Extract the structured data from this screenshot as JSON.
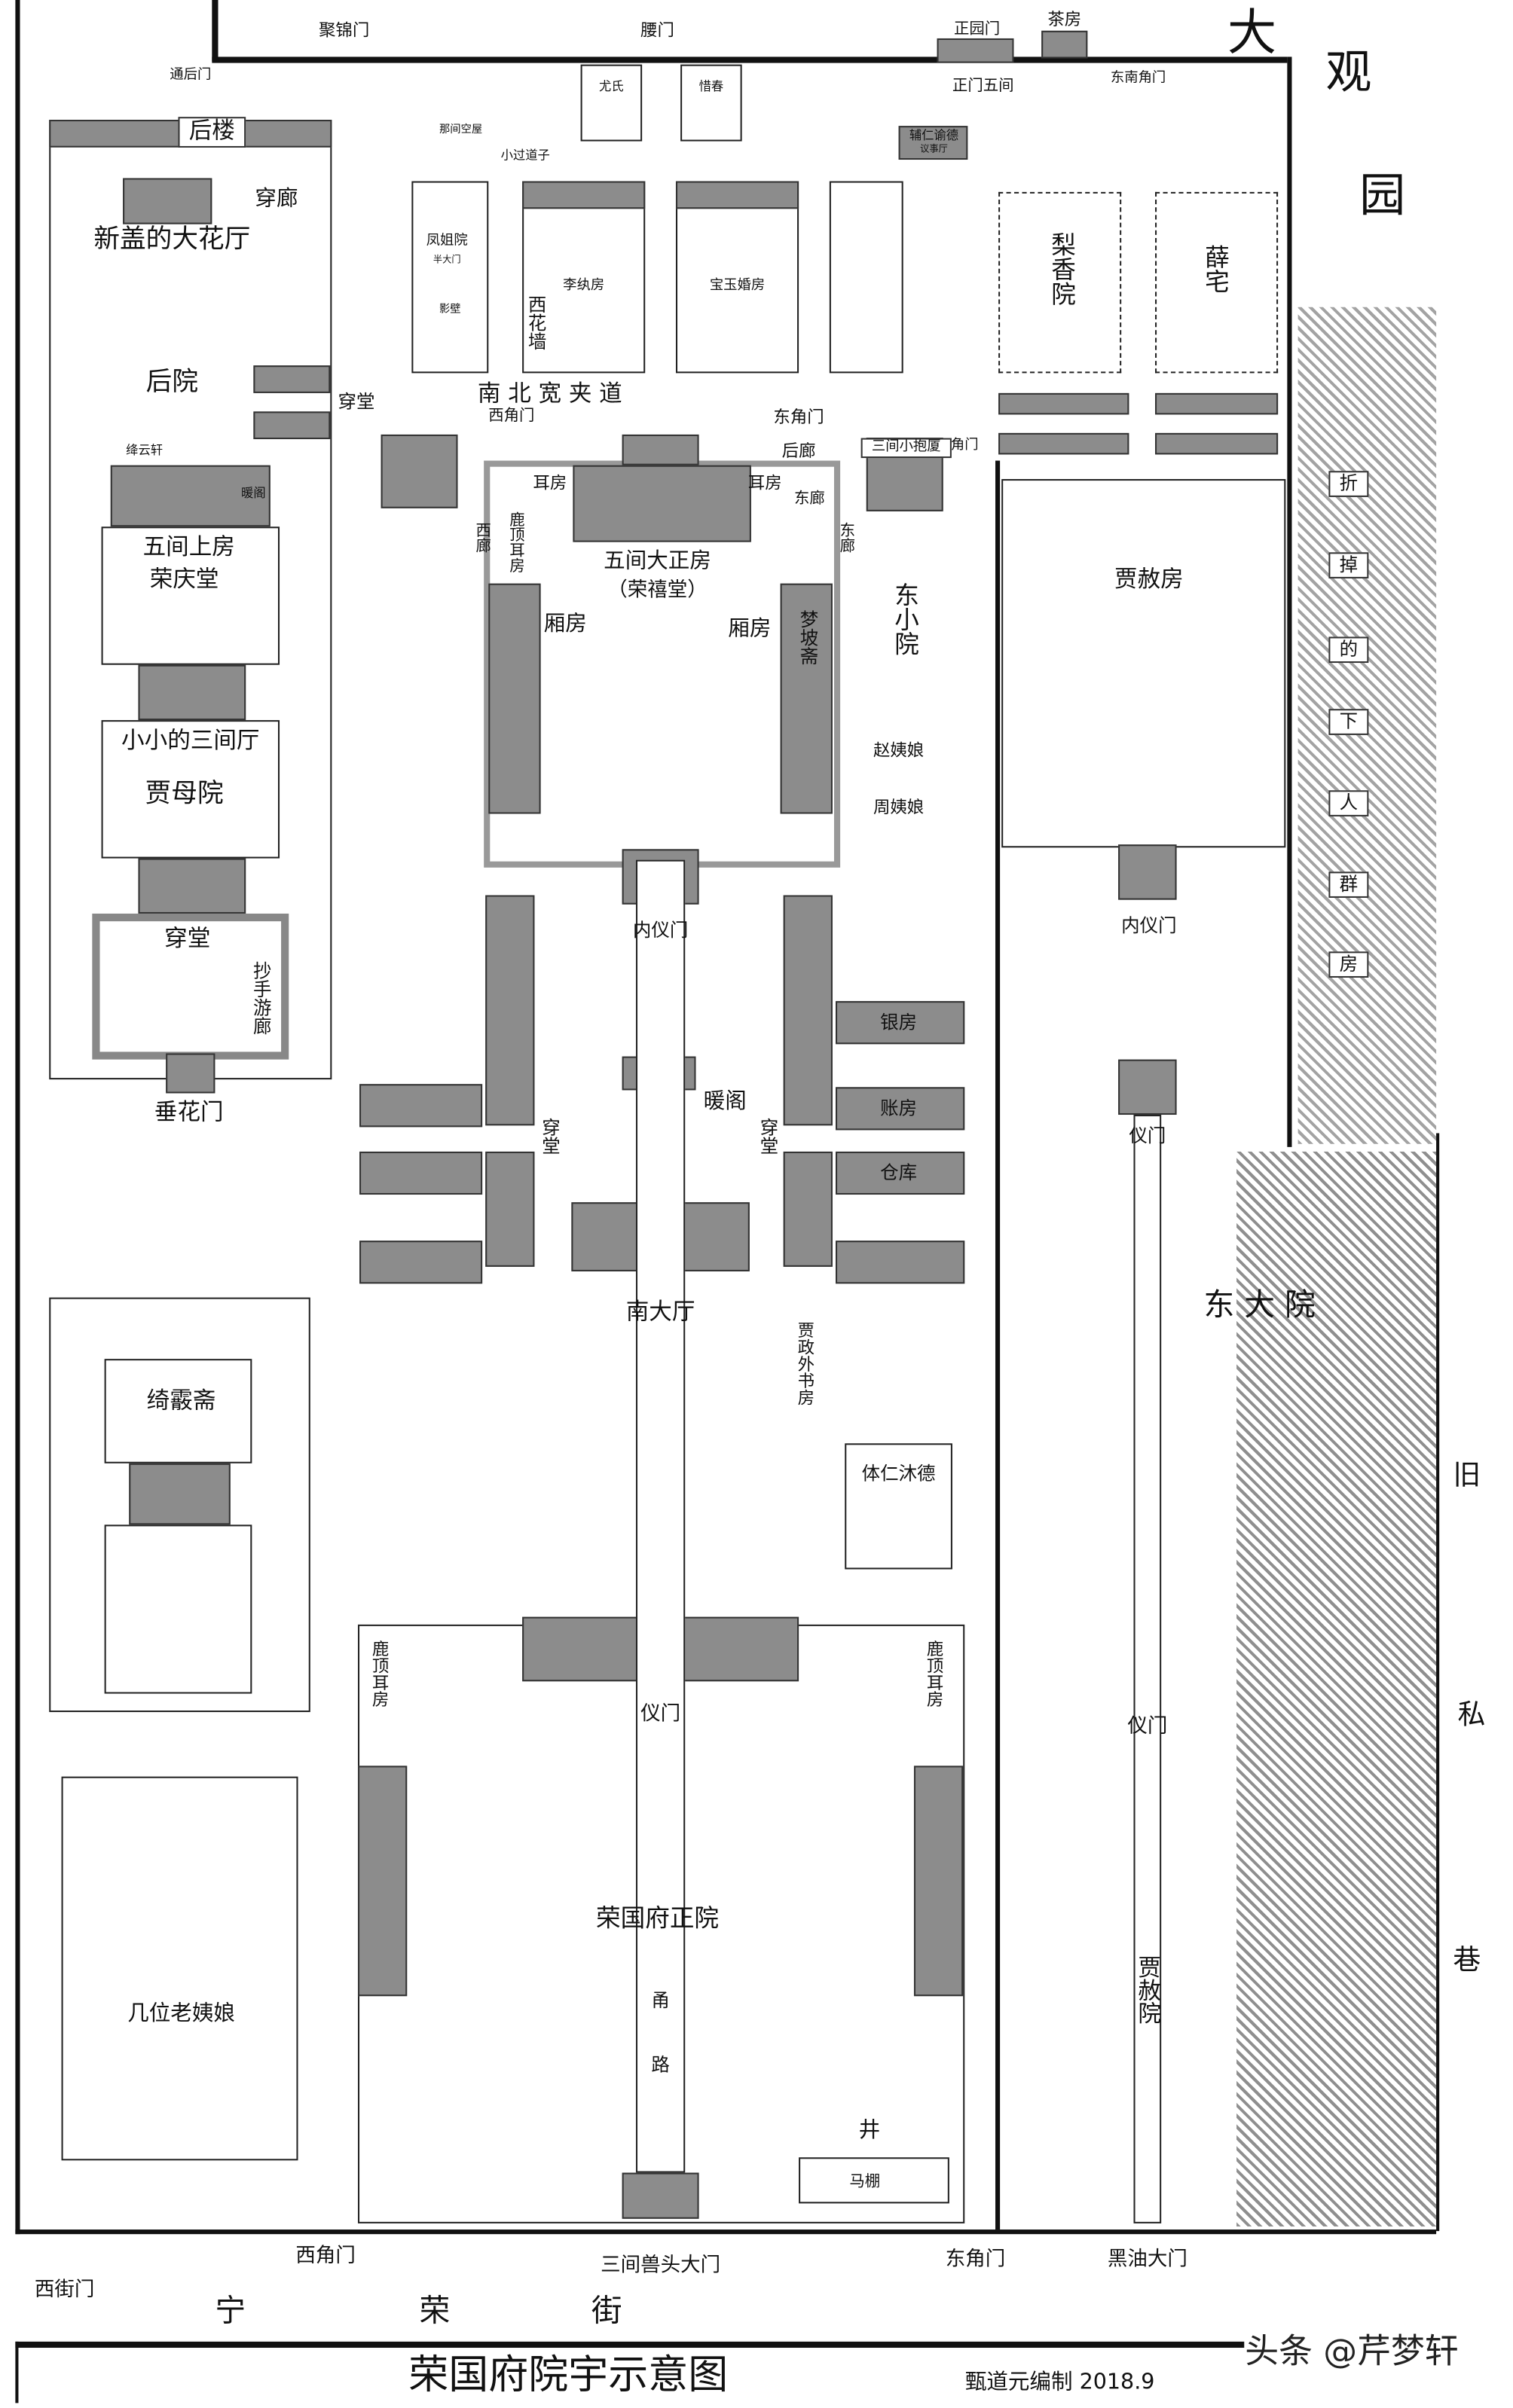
{
  "title": "荣国府院宇示意图",
  "credit": "甄道元编制 2018.9",
  "watermark": "头条 @芹梦轩",
  "labels": {
    "jujinmen": "聚锦门",
    "tonghoumen": "通后门",
    "yaomen": "腰门",
    "zhengyuanmen": "正园门",
    "chafang": "茶房",
    "zhengmenwujian": "正门五间",
    "dongnanjiaomen": "东南角门",
    "da": "大",
    "guan": "观",
    "yuan": "园",
    "youshi": "尤氏",
    "xichun": "惜春",
    "najiankongwu": "那间空屋",
    "xiaoguodaozi": "小过道子",
    "furenyude": "辅仁谕德",
    "yishiting": "议事厅",
    "houlou": "后楼",
    "chuanlang": "穿廊",
    "xingai": "新盖的大花厅",
    "houyuan": "后院",
    "chuantang1": "穿堂",
    "fengjieyuan": "凤姐院",
    "bandamen": "半大门",
    "yingbi": "影壁",
    "xihuaqiang": "西花墙",
    "liwanfang": "李纨房",
    "baoyu": "宝玉婚房",
    "lixiangyuan": "梨香院",
    "xuezhai": "薛宅",
    "jiadao": "南 北 宽 夹 道",
    "xijiaomen1": "西角门",
    "dongjiaomen1": "东角门",
    "houlang": "后廊",
    "baosha": "三间小抱厦",
    "jiaomen": "角门",
    "jiangyunxuan": "绛云轩",
    "nuange1": "暖阁",
    "erfang1": "耳房",
    "erfang2": "耳房",
    "donglang1": "东廊",
    "xilang": "西廊",
    "luding1": "鹿顶耳房",
    "zhengfang": "五间大正房",
    "rongxitang": "（荣禧堂）",
    "donglang2": "东廊",
    "shangfang": "五间上房",
    "rongqingtang": "荣庆堂",
    "dongxiaoyuan": "东小院",
    "jiashefang": "贾赦房",
    "xiangfang1": "厢房",
    "xiangfang2": "厢房",
    "mengpozhai": "梦坡斋",
    "sanjianting": "小小的三间厅",
    "jiamuyuan": "贾母院",
    "zhaoyiniang": "赵姨娘",
    "zhouyiniang": "周姨娘",
    "neiyimen1": "内仪门",
    "neiyimen2": "内仪门",
    "chuantang2": "穿堂",
    "chaoshou": "抄手游廊",
    "yinfang": "银房",
    "nuange2": "暖阁",
    "zhangfang": "账房",
    "chuantang3": "穿堂",
    "chuantang4": "穿堂",
    "chuihuamen": "垂花门",
    "yimen1": "仪门",
    "cangku": "仓库",
    "nandating": "南大厅",
    "dongdayuan": "东 大 院",
    "shufang": "贾政外书房",
    "qixiazhai": "绮霰斋",
    "tiren": "体仁沐德",
    "q1": "折",
    "q2": "掉",
    "q3": "的",
    "q4": "下",
    "q5": "人",
    "q6": "群",
    "q7": "房",
    "jiu": "旧",
    "si": "私",
    "xiang": "巷",
    "luding2": "鹿顶耳房",
    "luding3": "鹿顶耳房",
    "yimen2": "仪门",
    "yimen3": "仪门",
    "zhengyuan": "荣国府正院",
    "yong": "甬",
    "lu": "路",
    "jiasheyuan": "贾赦院",
    "laoyiniang": "几位老姨娘",
    "jing": "井",
    "mapeng": "马棚",
    "xijiaomen2": "西角门",
    "shoutou": "三间兽头大门",
    "dongjiaomen2": "东角门",
    "heiyou": "黑油大门",
    "xijiemen": "西街门",
    "ning": "宁",
    "rong": "荣",
    "jie": "街"
  },
  "colors": {
    "building": "#8c8c8c",
    "wall": "#111111"
  }
}
